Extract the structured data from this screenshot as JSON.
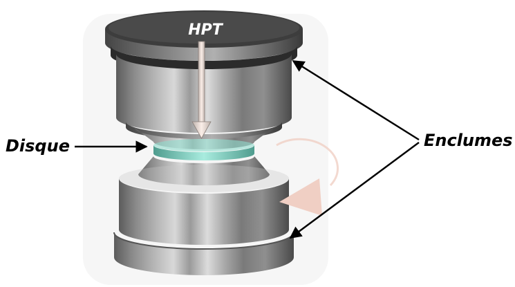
{
  "diagram": {
    "top_label": "HPT",
    "disk_label": "Disque",
    "anvils_label": "Enclumes"
  },
  "colors": {
    "disk": "#7fd4c4",
    "rotation_arrow": "#f0cfc4",
    "pointer": "#000000"
  }
}
